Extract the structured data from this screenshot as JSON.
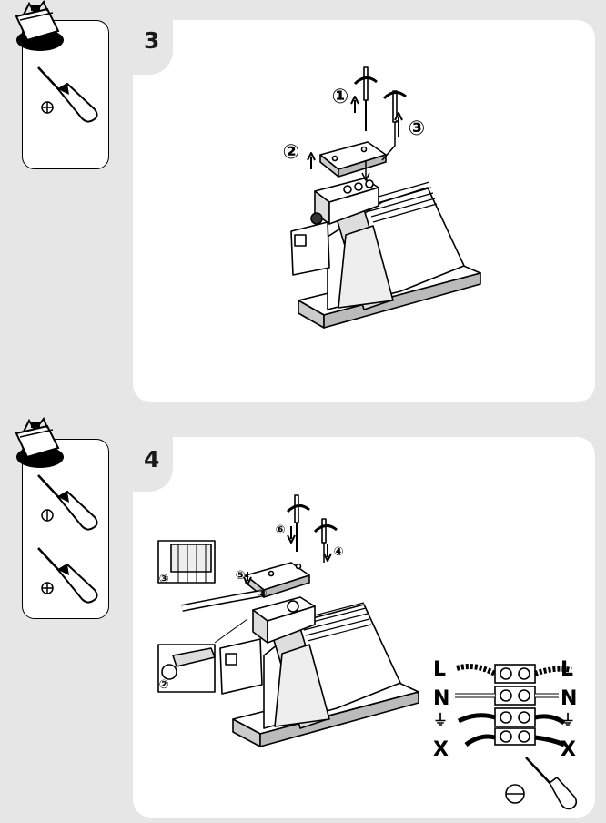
{
  "steps": [
    {
      "number": "3",
      "tools": [
        "phillips-screwdriver"
      ],
      "callouts": [
        "①",
        "②",
        "③"
      ]
    },
    {
      "number": "4",
      "tools": [
        "flathead-screwdriver",
        "phillips-screwdriver"
      ],
      "callouts": [
        "①",
        "②",
        "③",
        "④",
        "⑤",
        "⑥"
      ],
      "wiring": {
        "left": [
          "L",
          "N",
          "⏚",
          "X"
        ],
        "right": [
          "L",
          "N",
          "⏚",
          "X"
        ]
      }
    }
  ]
}
